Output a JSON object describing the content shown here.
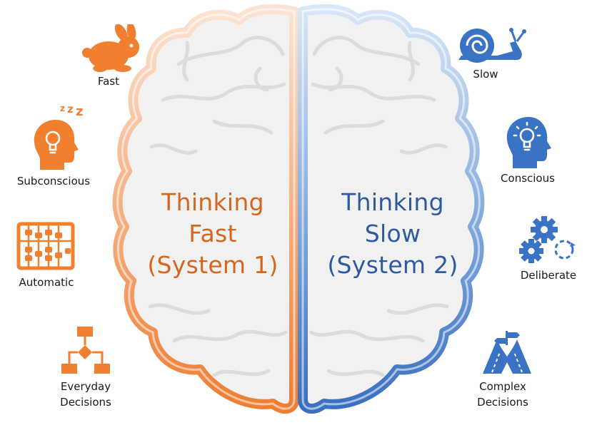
{
  "colors": {
    "fast_accent": "#f08030",
    "fast_title": "#d4661d",
    "slow_accent": "#3a73c4",
    "slow_title": "#2e5a9e",
    "brain_fill": "#f1f1f1",
    "brain_sulci": "#dedede"
  },
  "left_hemisphere": {
    "title_lines": [
      "Thinking",
      "Fast",
      "(System 1)"
    ],
    "traits": [
      {
        "icon": "rabbit-icon",
        "lines": [
          "Fast"
        ]
      },
      {
        "icon": "sleeping-head-lightbulb-icon",
        "lines": [
          "Subconscious"
        ]
      },
      {
        "icon": "abacus-icon",
        "lines": [
          "Automatic"
        ]
      },
      {
        "icon": "flowchart-icon",
        "lines": [
          "Everyday",
          "Decisions"
        ]
      }
    ]
  },
  "right_hemisphere": {
    "title_lines": [
      "Thinking",
      "Slow",
      "(System 2)"
    ],
    "traits": [
      {
        "icon": "snail-icon",
        "lines": [
          "Slow"
        ]
      },
      {
        "icon": "head-lightbulb-icon",
        "lines": [
          "Conscious"
        ]
      },
      {
        "icon": "gears-cycle-icon",
        "lines": [
          "Deliberate"
        ]
      },
      {
        "icon": "road-signpost-icon",
        "lines": [
          "Complex",
          "Decisions"
        ]
      }
    ]
  }
}
